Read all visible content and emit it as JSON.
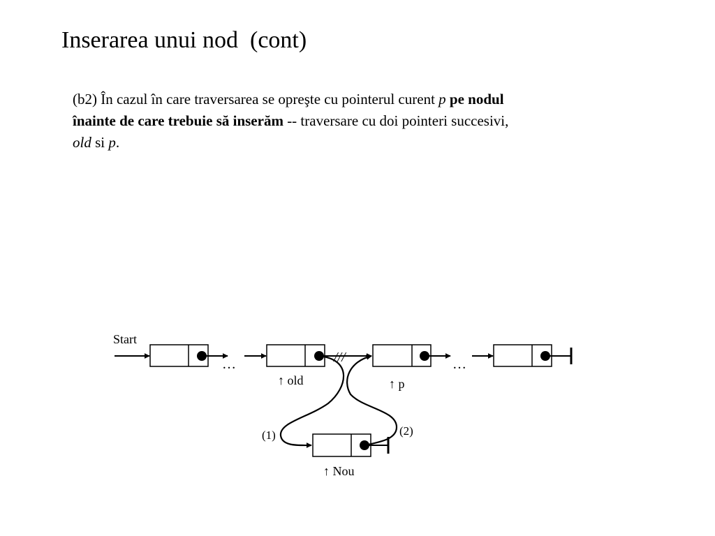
{
  "slide": {
    "title": "Inserarea unui nod  (cont)",
    "paragraph": {
      "line1_start": "(b2) În cazul în care traversarea se opreşte cu pointerul curent ",
      "line1_p": "p",
      "line1_bold": "pe nodul",
      "line2_bold": "înainte de care trebuie să inserăm",
      "line2_rest": " -- traversare cu doi pointeri succesivi,",
      "line3_old": "old",
      "line3_si": " si ",
      "line3_p": "p",
      "line3_end": "."
    }
  },
  "diagram": {
    "start_label": "Start",
    "ellipsis_1": "…",
    "ellipsis_2": "…",
    "cut_marks": "///",
    "old_label": "↑ old",
    "p_label": "↑ p",
    "nou_label": "↑ Nou",
    "step1_label": "(1)",
    "step2_label": "(2)"
  }
}
